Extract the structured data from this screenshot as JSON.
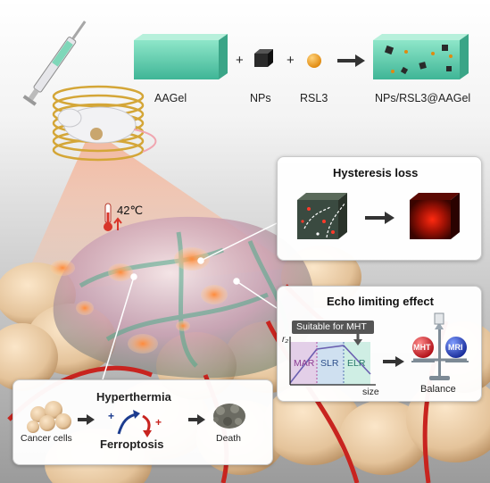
{
  "top_row": {
    "gel_label": "AAGel",
    "nps_label": "NPs",
    "rsl3_label": "RSL3",
    "product_label": "NPs/RSL3@AAGel",
    "plus": "+"
  },
  "temperature": "42℃",
  "hysteresis": {
    "title": "Hysteresis loss"
  },
  "echo": {
    "title": "Echo limiting effect",
    "suitable_label": "Suitable for MHT",
    "y_axis": "r₂",
    "x_axis": "size",
    "regions": [
      "MAR",
      "SLR",
      "ELR"
    ],
    "scale_left": "MHT",
    "scale_right": "MRI",
    "balance_label": "Balance"
  },
  "therapy": {
    "cancer_label": "Cancer cells",
    "hyperthermia": "Hyperthermia",
    "ferroptosis": "Ferroptosis",
    "death_label": "Death",
    "plus1": "+",
    "plus2": "+"
  },
  "colors": {
    "gel": "#6fd6b8",
    "tumor": "#e8c9a0",
    "hot": "#ff5a1a",
    "vessel": "#c8241f",
    "mar": "#e3cfe8",
    "slr": "#cfe0f0",
    "elr": "#cfeee4"
  }
}
